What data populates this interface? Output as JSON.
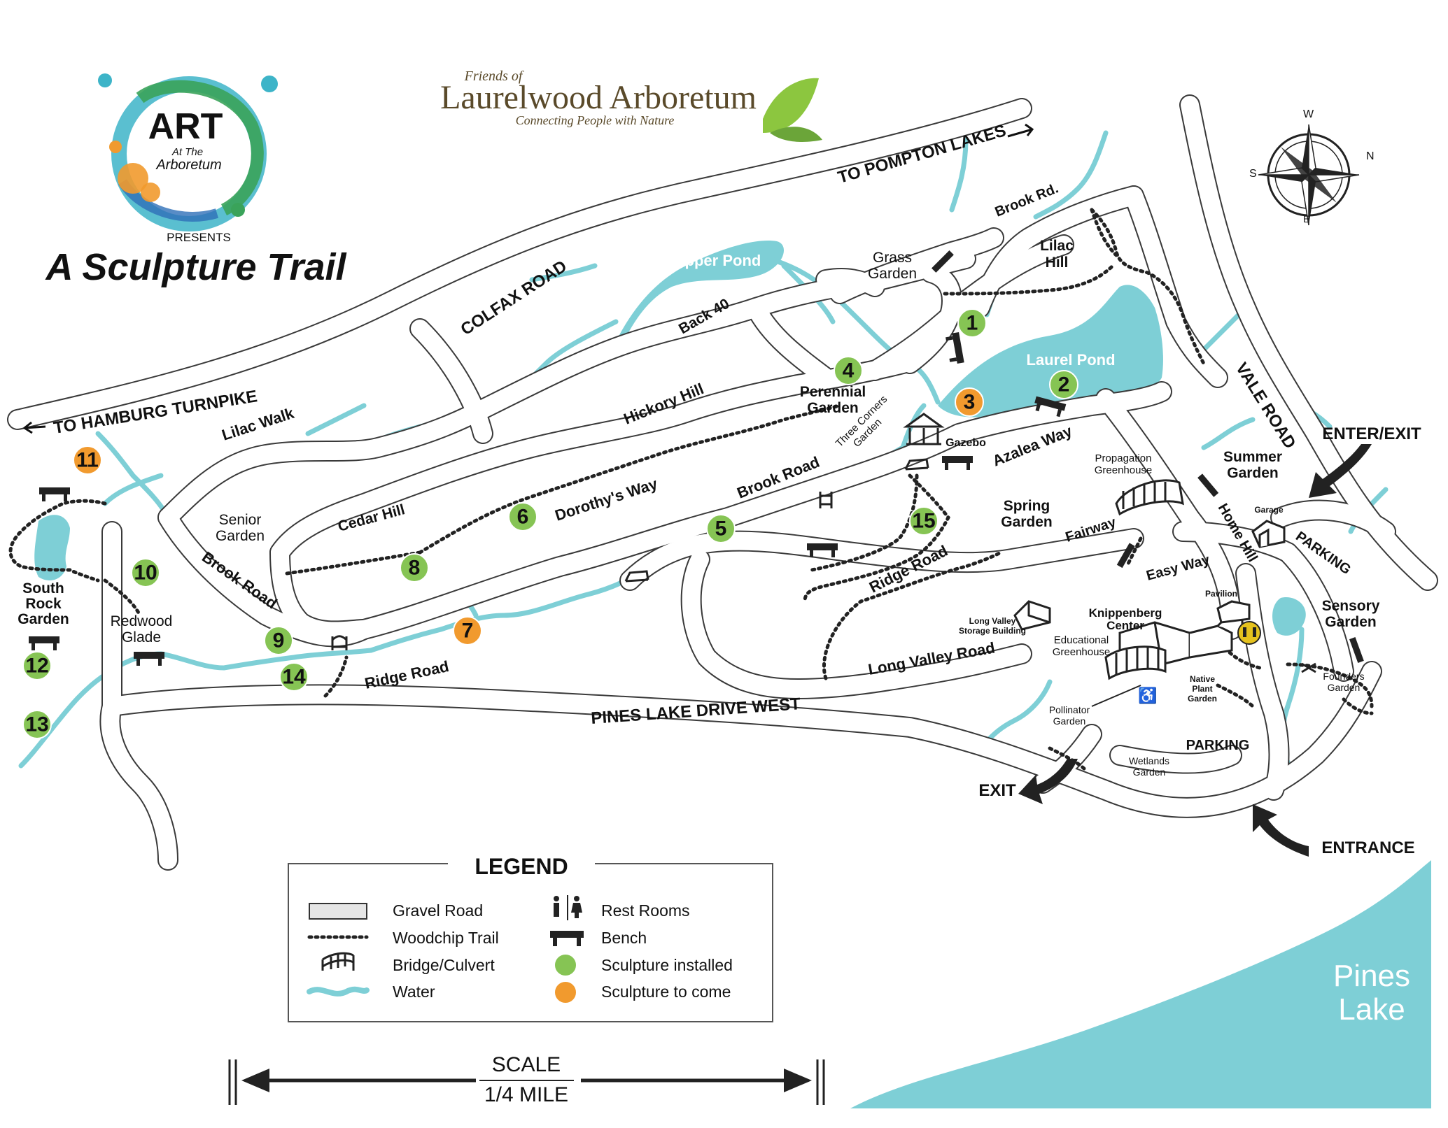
{
  "header": {
    "art_logo_line1": "ART",
    "art_logo_line2": "At The",
    "art_logo_line3": "Arboretum",
    "presents": "PRESENTS",
    "trail_title": "A Sculpture Trail",
    "friends_of": "Friends of",
    "arboretum_name": "Laurelwood Arboretum",
    "tagline": "Connecting People with Nature"
  },
  "compass": {
    "n": "N",
    "s": "S",
    "e": "E",
    "w": "W"
  },
  "roads": {
    "colfax": "COLFAX ROAD",
    "to_pompton": "TO POMPTON LAKES",
    "to_hamburg": "TO HAMBURG TURNPIKE",
    "vale": "VALE ROAD",
    "pines_lake_drive": "PINES LAKE DRIVE WEST",
    "brook_rd": "Brook Rd.",
    "back40": "Back 40",
    "hickory_hill": "Hickory Hill",
    "lilac_walk": "Lilac Walk",
    "cedar_hill": "Cedar Hill",
    "dorothys_way": "Dorothy's Way",
    "brook_road_mid": "Brook Road",
    "brook_road_left": "Brook Road",
    "azalea_way": "Azalea Way",
    "ridge_road_mid": "Ridge Road",
    "ridge_road_left": "Ridge Road",
    "fairway": "Fairway",
    "easy_way": "Easy Way",
    "home_hill": "Home Hill",
    "long_valley_road": "Long Valley Road"
  },
  "places": {
    "upper_pond": "Upper Pond",
    "laurel_pond": "Laurel Pond",
    "grass_garden_1": "Grass",
    "grass_garden_2": "Garden",
    "lilac_hill_1": "Lilac",
    "lilac_hill_2": "Hill",
    "perennial_1": "Perennial",
    "perennial_2": "Garden",
    "three_corners_1": "Three Corners",
    "three_corners_2": "Garden",
    "gazebo": "Gazebo",
    "senior_1": "Senior",
    "senior_2": "Garden",
    "redwood_1": "Redwood",
    "redwood_2": "Glade",
    "south_rock_1": "South",
    "south_rock_2": "Rock",
    "south_rock_3": "Garden",
    "propagation_1": "Propagation",
    "propagation_2": "Greenhouse",
    "summer_1": "Summer",
    "summer_2": "Garden",
    "spring_1": "Spring",
    "spring_2": "Garden",
    "garage": "Garage",
    "parking_top": "PARKING",
    "parking_bottom": "PARKING",
    "sensory_1": "Sensory",
    "sensory_2": "Garden",
    "founders_1": "Founders",
    "founders_2": "Garden",
    "pavilion": "Pavilion",
    "knippenberg_1": "Knippenberg",
    "knippenberg_2": "Center",
    "long_valley_storage_1": "Long Valley",
    "long_valley_storage_2": "Storage Building",
    "educational_1": "Educational",
    "educational_2": "Greenhouse",
    "native_plant_1": "Native",
    "native_plant_2": "Plant",
    "native_plant_3": "Garden",
    "pollinator_1": "Pollinator",
    "pollinator_2": "Garden",
    "wetlands_1": "Wetlands",
    "wetlands_2": "Garden",
    "enter_exit": "ENTER/EXIT",
    "exit": "EXIT",
    "entrance": "ENTRANCE",
    "pines_lake_1": "Pines",
    "pines_lake_2": "Lake"
  },
  "sculptures": [
    {
      "num": "1",
      "status": "installed"
    },
    {
      "num": "2",
      "status": "installed"
    },
    {
      "num": "3",
      "status": "to_come"
    },
    {
      "num": "4",
      "status": "installed"
    },
    {
      "num": "5",
      "status": "installed"
    },
    {
      "num": "6",
      "status": "installed"
    },
    {
      "num": "7",
      "status": "to_come"
    },
    {
      "num": "8",
      "status": "installed"
    },
    {
      "num": "9",
      "status": "installed"
    },
    {
      "num": "10",
      "status": "installed"
    },
    {
      "num": "11",
      "status": "to_come"
    },
    {
      "num": "12",
      "status": "installed"
    },
    {
      "num": "13",
      "status": "installed"
    },
    {
      "num": "14",
      "status": "installed"
    },
    {
      "num": "15",
      "status": "installed"
    }
  ],
  "legend": {
    "title": "LEGEND",
    "gravel_road": "Gravel Road",
    "woodchip_trail": "Woodchip Trail",
    "bridge": "Bridge/Culvert",
    "water": "Water",
    "rest_rooms": "Rest Rooms",
    "bench": "Bench",
    "sculpture_installed": "Sculpture  installed",
    "sculpture_to_come": "Sculpture to come"
  },
  "scale": {
    "line1": "SCALE",
    "line2": "1/4 MILE"
  },
  "colors": {
    "water": "#7ecfd6",
    "installed": "#86c454",
    "to_come": "#f19a2e",
    "road_fill": "#ffffff",
    "road_stroke": "#333333",
    "brand_brown": "#5a4a2a"
  }
}
